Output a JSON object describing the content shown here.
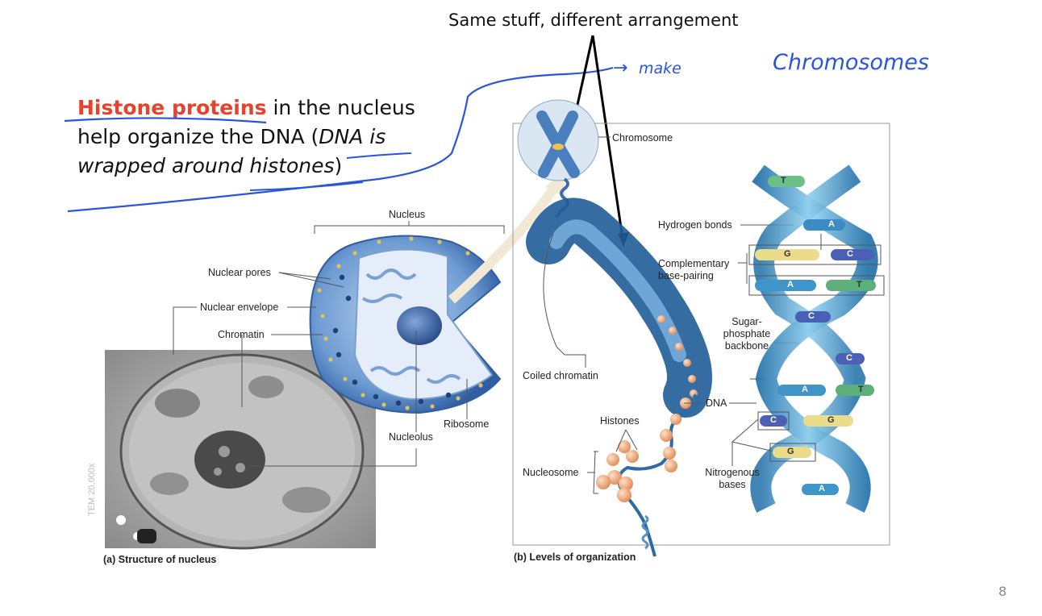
{
  "heading": {
    "highlight": "Histone proteins",
    "line1_rest": " in the nucleus",
    "line2_start": "help organize the DNA (",
    "line2_italic": "DNA is",
    "line3_italic": "wrapped around histones",
    "line3_end": ")"
  },
  "top_label": "Same stuff, different arrangement",
  "handwritten": {
    "arrow": "→",
    "text1": "make",
    "text2": "Chromosomes"
  },
  "panel_a": {
    "nucleus_label": "Nucleus",
    "nuclear_pores": "Nuclear pores",
    "nuclear_envelope": "Nuclear envelope",
    "chromatin": "Chromatin",
    "ribosome": "Ribosome",
    "nucleolus": "Nucleolus",
    "micrograph_label": "TEM 20,000x",
    "caption": "(a) Structure of nucleus"
  },
  "panel_b": {
    "chromosome": "Chromosome",
    "coiled_chromatin": "Coiled chromatin",
    "histones": "Histones",
    "nucleosome": "Nucleosome",
    "dna": "DNA",
    "hydrogen_bonds": "Hydrogen bonds",
    "complementary1": "Complementary",
    "complementary2": "base-pairing",
    "sugar1": "Sugar-",
    "sugar2": "phosphate",
    "sugar3": "backbone",
    "nitro1": "Nitrogenous",
    "nitro2": "bases",
    "caption": "(b) Levels of organization",
    "bases": [
      "T",
      "A",
      "G",
      "C",
      "A",
      "T",
      "C",
      "C",
      "A",
      "T",
      "C",
      "G",
      "G",
      "A"
    ]
  },
  "page_number": "8",
  "colors": {
    "accent_red": "#e8412c",
    "handwriting_blue": "#2a55d8",
    "nucleus_blue": "#3a6fb5"
  }
}
